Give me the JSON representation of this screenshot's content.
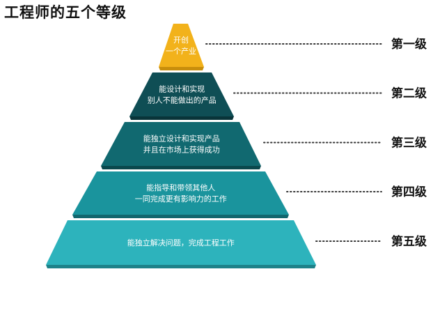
{
  "title": "工程师的五个等级",
  "levels": [
    {
      "label": "第一级",
      "lines": [
        "开创",
        "一个产业"
      ],
      "color": "#F2B21B",
      "shade": "#C88E0C"
    },
    {
      "label": "第二级",
      "lines": [
        "能设计和实现",
        "别人不能做出的产品"
      ],
      "color": "#0F4E55",
      "shade": "#093439"
    },
    {
      "label": "第三级",
      "lines": [
        "能独立设计和实现产品",
        "并且在市场上获得成功"
      ],
      "color": "#116970",
      "shade": "#0A484D"
    },
    {
      "label": "第四级",
      "lines": [
        "能指导和带领其他人",
        "一同完成更有影响力的工作"
      ],
      "color": "#1A949D",
      "shade": "#12676E"
    },
    {
      "label": "第五级",
      "lines": [
        "能独立解决问题，完成工程工作"
      ],
      "color": "#2DB3BC",
      "shade": "#1E8289"
    }
  ]
}
